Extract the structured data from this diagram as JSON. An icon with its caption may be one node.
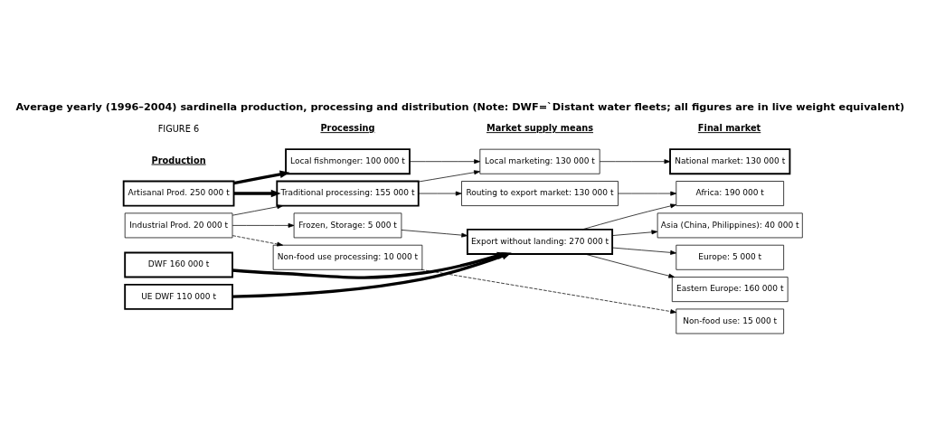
{
  "diagram": {
    "title": "Average yearly (1996–2004) sardinella production, processing and distribution (Note: DWF=`Distant water fleets; all figures are in live weight equivalent)",
    "nodes": [
      {
        "text": [
          "Artisanal Prod. 250 000 t"
        ]
      },
      {
        "text": [
          "Industrial Prod. 20 000 t"
        ]
      },
      {
        "text": [
          "DWF 160 000 t"
        ]
      },
      {
        "text": [
          "UE DWF 110 000 t"
        ]
      },
      {
        "text": [
          "Local fishmonger: 100 000 t"
        ]
      },
      {
        "text": [
          "Traditional processing: 155 000 t"
        ]
      },
      {
        "text": [
          "Frozen, Storage: 5 000 t"
        ]
      },
      {
        "text": [
          "Non-food use processing: 10 000 t"
        ]
      },
      {
        "text": [
          "Local marketing: 130 000 t"
        ]
      },
      {
        "text": [
          "Routing to export market: 130 000 t"
        ]
      },
      {
        "text": [
          "Export without landing: 270 000 t"
        ]
      },
      {
        "text": [
          "National market: 130 000 t"
        ]
      },
      {
        "text": [
          "Africa: 190 000 t"
        ]
      },
      {
        "text": [
          "Asia (China, Philippines): 40 000 t"
        ]
      },
      {
        "text": [
          "Europe: 5 000 t"
        ]
      },
      {
        "text": [
          "Eastern Europe: 160 000 t"
        ]
      },
      {
        "text": [
          "Non-food use: 15 000 t"
        ]
      }
    ],
    "edges": [
      {
        "from": 0,
        "to": 4,
        "arrow": "to",
        "style": "thick"
      },
      {
        "from": 0,
        "to": 5,
        "arrow": "to",
        "style": "thick"
      },
      {
        "from": 1,
        "to": 5,
        "arrow": "to"
      },
      {
        "from": 1,
        "to": 6,
        "arrow": "to"
      },
      {
        "from": 1,
        "to": 7,
        "arrow": "to",
        "style": "dashed"
      },
      {
        "from": 2,
        "to": 10,
        "arrow": "to",
        "style": "thick"
      },
      {
        "from": 3,
        "to": 10,
        "arrow": "to",
        "style": "thick"
      },
      {
        "from": 4,
        "to": 8,
        "arrow": "to"
      },
      {
        "from": 5,
        "to": 8,
        "arrow": "to"
      },
      {
        "from": 5,
        "to": 9,
        "arrow": "to"
      },
      {
        "from": 6,
        "to": 10,
        "arrow": "to"
      },
      {
        "from": 7,
        "to": 16,
        "arrow": "to",
        "style": "dashed"
      },
      {
        "from": 8,
        "to": 11,
        "arrow": "to"
      },
      {
        "from": 9,
        "to": 12,
        "arrow": "to"
      },
      {
        "from": 10,
        "to": 12,
        "arrow": "to"
      },
      {
        "from": 10,
        "to": 13,
        "arrow": "to"
      },
      {
        "from": 10,
        "to": 14,
        "arrow": "to"
      },
      {
        "from": 10,
        "to": 15,
        "arrow": "to"
      }
    ],
    "labels": [
      "FIGURE 6",
      "Production",
      "Processing",
      "Market supply means",
      "Final market"
    ]
  }
}
